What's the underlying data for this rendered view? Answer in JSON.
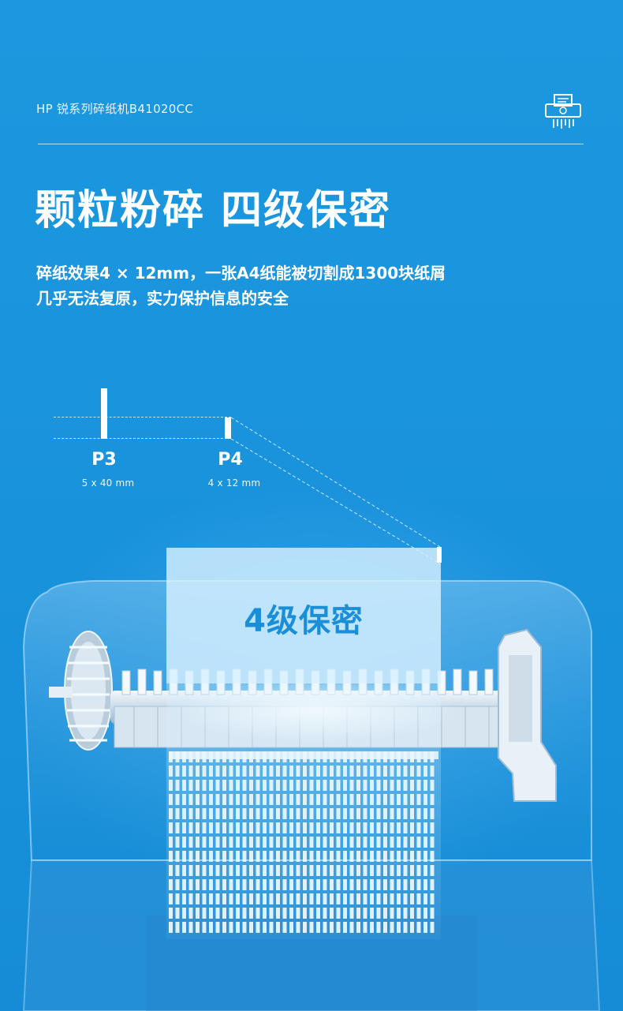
{
  "header": {
    "title": "HP 锐系列碎纸机B41020CC",
    "icon": "shredder-icon"
  },
  "headline": "颗粒粉碎 四级保密",
  "description": {
    "line1": "碎纸效果4 × 12mm，一张A4纸能被切割成1300块纸屑",
    "line2": "几乎无法复原，实力保护信息的安全"
  },
  "levels": [
    {
      "label": "P3",
      "size": "5 x 40 mm"
    },
    {
      "label": "P4",
      "size": "4 x 12 mm"
    }
  ],
  "level_card": {
    "text": "4级保密"
  },
  "colors": {
    "background": "#1a95de",
    "accent_text": "#1a8fd8",
    "white": "#ffffff"
  }
}
